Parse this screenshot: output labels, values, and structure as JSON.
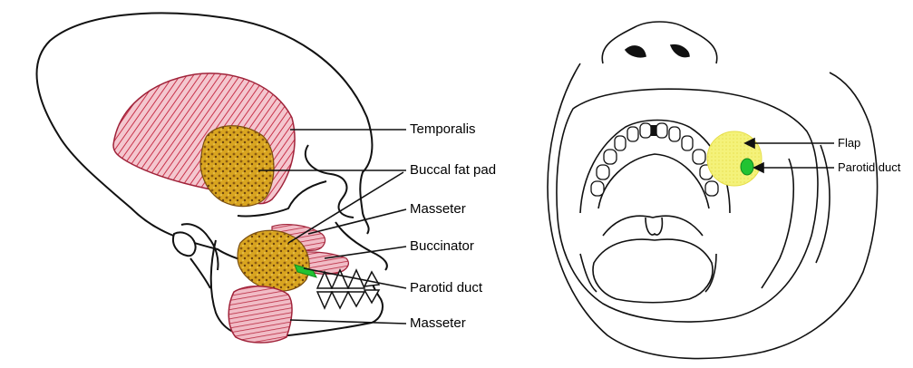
{
  "left_panel": {
    "labels": {
      "temporalis": "Temporalis",
      "buccal_fat_pad": "Buccal fat pad",
      "masseter_upper": "Masseter",
      "buccinator": "Buccinator",
      "parotid_duct": "Parotid duct",
      "masseter_lower": "Masseter"
    }
  },
  "right_panel": {
    "labels": {
      "flap": "Flap",
      "parotid_duct": "Parotid duct"
    }
  },
  "colors": {
    "muscle_red": "#c8324a",
    "muscle_pink": "#f2b7c2",
    "fat_yellow": "#d9a520",
    "fat_brown": "#8a5a12",
    "duct_green": "#22c332",
    "flap_yellow": "#f2f05a",
    "line": "#111111"
  }
}
